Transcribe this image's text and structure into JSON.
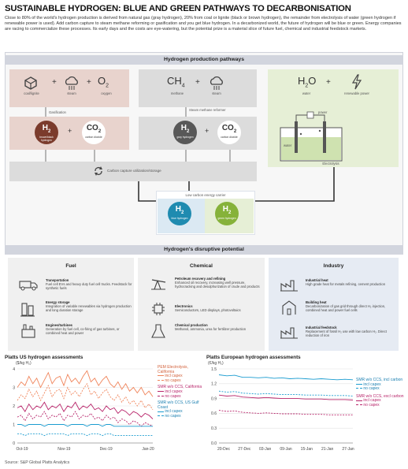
{
  "title": "SUSTAINABLE HYDROGEN: BLUE AND GREEN PATHWAYS TO DECARBONISATION",
  "intro": "Close to 80% of the world's hydrogen production is derived from natural gas (gray hydrogen), 20% from coal or lignite (black or brown hydrogen), the remainder from electrolysis of water (green hydrogen if renewable power is used). Add carbon capture to steam methane reforming or gasification and you get blue hydrogen. In a decarbonized world, the future of hydrogen will be blue or green. Energy companies are racing to commercialize these processes. Its early days and the costs are eye-watering, but the potential prize is a material slice of future fuel, chemical and industrial feedstock markets.",
  "colors": {
    "brown": "#7b3b2c",
    "gray": "#585858",
    "blue": "#1f8bb0",
    "green": "#86b23a",
    "pink": "#e8d3cd",
    "lightgray": "#dcdcdc",
    "lightgreen": "#e6efd6",
    "header": "#d2d5de"
  },
  "production": {
    "header": "Hydrogen production pathways",
    "coal": {
      "inputs": [
        "coal/lignite",
        "steam",
        "oxygen"
      ],
      "o2": "O",
      "o2sub": "2",
      "process": "Gasification",
      "h2_label": "brown/black hydrogen",
      "co2_label": "carbon dioxide"
    },
    "methane": {
      "ch": "CH",
      "ch_sub": "4",
      "inputs": [
        "methane",
        "steam"
      ],
      "process": "Steam methane reformer",
      "h2_label": "gray hydrogen",
      "co2_label": "carbon dioxide"
    },
    "water": {
      "h": "H",
      "h_sub": "2",
      "o": "O",
      "inputs": [
        "water",
        "renewable power"
      ],
      "power": "power",
      "water_label": "water",
      "process": "Electrolysis"
    },
    "ccus": "Carbon capture utilization/storage",
    "low_carbon": "Low carbon energy carrier",
    "blue_label": "blue hydrogen",
    "green_label": "green hydrogen",
    "h": "H",
    "h_sub": "2",
    "co": "CO",
    "co_sub": "2",
    "plus": "+"
  },
  "disruptive": {
    "header": "Hydrogen's disruptive potential",
    "sections": [
      {
        "title": "Fuel",
        "items": [
          {
            "t": "Transportation",
            "d": "Fuel cell EVs and heavy duty fuel cell trucks. Feedstock for synthetic fuels"
          },
          {
            "t": "Energy storage",
            "d": "Integration of variable renewables via hydrogen production and long duration storage"
          },
          {
            "t": "Engines/turbines",
            "d": "Generation by fuel cell, co-firing of gas turbines, or combined heat and power"
          }
        ]
      },
      {
        "title": "Chemical",
        "items": [
          {
            "t": "Petroleum recovery and refining",
            "d": "Enhanced oil recovery, increasing well pressure, hydrocracking and desulphurization of crude and products"
          },
          {
            "t": "Electronics",
            "d": "Semiconductors, LED displays, photovoltaics"
          },
          {
            "t": "Chemical production",
            "d": "Methanol, ammonia, urea for fertilizer production"
          }
        ]
      },
      {
        "title": "Industry",
        "items": [
          {
            "t": "Industrial heat",
            "d": "High grade heat for metals refining, cement production"
          },
          {
            "t": "Building heat",
            "d": "Decarbonization of gas grid through direct H₂ injection, combined heat and power fuel cells"
          },
          {
            "t": "Industrial feedstock",
            "d": "Replacement of fossil H₂ use with low carbon H₂. Direct reduction of iron"
          }
        ]
      }
    ]
  },
  "chart_data": [
    {
      "type": "line",
      "title": "Platts US hydrogen assessments",
      "ylabel": "($/kg H₂)",
      "ylim": [
        0,
        4
      ],
      "yticks": [
        0,
        1,
        2,
        3,
        4
      ],
      "x": [
        "Oct-19",
        "Nov-19",
        "Dec-19",
        "Jan-20"
      ],
      "legend_groups": [
        "PEM Electrolysis, California",
        "SMR w/o CCS, California",
        "SMR w/o CCS, US Gulf Coast"
      ],
      "series": [
        {
          "name": "incl capex",
          "group": "PEM Electrolysis, California",
          "style": "solid",
          "color": "#f0845a",
          "values": [
            3.0,
            3.3,
            3.1,
            3.6,
            3.2,
            3.5,
            3.0,
            3.4,
            3.8,
            3.2,
            3.5,
            3.6,
            3.1,
            3.7,
            3.3,
            3.5,
            3.2,
            3.6,
            3.9,
            3.3,
            3.5,
            3.1,
            3.4,
            3.6,
            3.2,
            3.0,
            3.3,
            2.9,
            3.2,
            2.8,
            3.0,
            2.7,
            3.0,
            2.6,
            2.8,
            2.5
          ]
        },
        {
          "name": "no capex",
          "group": "PEM Electrolysis, California",
          "style": "dashed",
          "color": "#f0845a",
          "values": [
            2.3,
            2.6,
            2.4,
            2.9,
            2.5,
            2.8,
            2.3,
            2.7,
            3.1,
            2.5,
            2.8,
            2.9,
            2.4,
            3.0,
            2.6,
            2.8,
            2.5,
            2.9,
            3.2,
            2.6,
            2.8,
            2.4,
            2.7,
            2.9,
            2.5,
            2.3,
            2.6,
            2.2,
            2.5,
            2.1,
            2.3,
            2.0,
            2.3,
            1.9,
            2.1,
            1.8
          ]
        },
        {
          "name": "incl capex",
          "group": "SMR w/o CCS, California",
          "style": "solid",
          "color": "#b8246a",
          "values": [
            1.9,
            2.0,
            1.7,
            2.1,
            1.8,
            2.0,
            1.9,
            2.2,
            1.8,
            2.0,
            1.9,
            2.1,
            1.7,
            2.0,
            1.9,
            2.2,
            1.8,
            2.0,
            1.9,
            2.1,
            1.8,
            1.9,
            1.7,
            2.0,
            1.8,
            1.9,
            1.6,
            1.8,
            1.7,
            1.5,
            1.7,
            1.6,
            1.4,
            1.6,
            1.5,
            1.3
          ]
        },
        {
          "name": "no capex",
          "group": "SMR w/o CCS, California",
          "style": "dashed",
          "color": "#b8246a",
          "values": [
            1.4,
            1.5,
            1.2,
            1.6,
            1.3,
            1.5,
            1.4,
            1.7,
            1.3,
            1.5,
            1.4,
            1.6,
            1.2,
            1.5,
            1.4,
            1.7,
            1.3,
            1.5,
            1.4,
            1.6,
            1.3,
            1.4,
            1.2,
            1.5,
            1.3,
            1.4,
            1.1,
            1.3,
            1.2,
            1.0,
            1.2,
            1.1,
            0.9,
            1.1,
            1.0,
            0.9
          ]
        },
        {
          "name": "incl capex",
          "group": "SMR w/o CCS, US Gulf Coast",
          "style": "solid",
          "color": "#1a9cd0",
          "values": [
            1.0,
            1.0,
            0.9,
            1.0,
            1.0,
            1.0,
            1.0,
            0.9,
            1.0,
            1.0,
            1.0,
            1.0,
            1.0,
            0.9,
            1.0,
            1.0,
            1.0,
            1.0,
            0.9,
            1.0,
            1.0,
            1.0,
            0.9,
            1.0,
            1.0,
            0.9,
            0.9,
            0.9,
            0.9,
            0.9,
            0.9,
            0.9,
            0.9,
            0.9,
            0.9,
            0.9
          ]
        },
        {
          "name": "no capex",
          "group": "SMR w/o CCS, US Gulf Coast",
          "style": "dashed",
          "color": "#1a9cd0",
          "values": [
            0.5,
            0.5,
            0.4,
            0.5,
            0.5,
            0.5,
            0.5,
            0.4,
            0.5,
            0.5,
            0.5,
            0.5,
            0.5,
            0.4,
            0.5,
            0.5,
            0.5,
            0.5,
            0.4,
            0.5,
            0.5,
            0.5,
            0.4,
            0.5,
            0.5,
            0.4,
            0.4,
            0.4,
            0.4,
            0.4,
            0.4,
            0.4,
            0.4,
            0.4,
            0.4,
            0.4
          ]
        }
      ]
    },
    {
      "type": "line",
      "title": "Platts European hydrogen assessments",
      "ylabel": "(€/kg H₂)",
      "ylim": [
        0.0,
        1.5
      ],
      "yticks": [
        0.0,
        0.3,
        0.6,
        0.9,
        1.2,
        1.5
      ],
      "yticklabels": [
        "0.0",
        "0.3",
        "0.6",
        "0.9",
        "1.2",
        "1.5"
      ],
      "x": [
        "20-Dec",
        "27-Dec",
        "03-Jan",
        "09-Jan",
        "15-Jan",
        "21-Jan",
        "27-Jan"
      ],
      "legend_groups": [
        "SMR w/o CCS, incl carbon",
        "SMR w/o CCS, excl carbon"
      ],
      "series": [
        {
          "name": "incl capex",
          "group": "SMR w/o CCS, incl carbon",
          "style": "solid",
          "color": "#1a9cd0",
          "values": [
            1.38,
            1.36,
            1.37,
            1.33,
            1.33,
            1.32,
            1.33,
            1.31,
            1.32,
            1.3,
            1.31,
            1.3,
            1.29,
            1.3,
            1.29,
            1.28,
            1.29,
            1.28
          ]
        },
        {
          "name": "no capex",
          "group": "SMR w/o CCS, incl carbon",
          "style": "dashed",
          "color": "#1a9cd0",
          "values": [
            1.05,
            1.03,
            1.04,
            1.01,
            1.0,
            0.99,
            1.0,
            0.99,
            0.98,
            0.98,
            0.98,
            0.97,
            0.97,
            0.97,
            0.96,
            0.96,
            0.96,
            0.95
          ]
        },
        {
          "name": "incl capex",
          "group": "SMR w/o CCS, excl carbon",
          "style": "solid",
          "color": "#b8246a",
          "values": [
            0.97,
            0.95,
            0.96,
            0.93,
            0.92,
            0.91,
            0.92,
            0.91,
            0.9,
            0.9,
            0.9,
            0.89,
            0.89,
            0.89,
            0.88,
            0.88,
            0.88,
            0.87
          ]
        },
        {
          "name": "no capex",
          "group": "SMR w/o CCS, excl carbon",
          "style": "dashed",
          "color": "#b8246a",
          "values": [
            0.66,
            0.64,
            0.65,
            0.62,
            0.61,
            0.6,
            0.61,
            0.6,
            0.59,
            0.59,
            0.59,
            0.58,
            0.58,
            0.58,
            0.57,
            0.57,
            0.57,
            0.57
          ]
        }
      ]
    }
  ],
  "source": "Source: S&P Global Platts Analytics"
}
